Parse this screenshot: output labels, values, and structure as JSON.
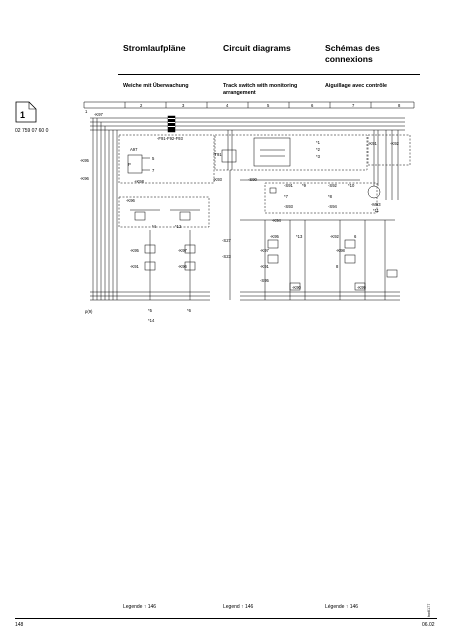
{
  "header": {
    "titles": [
      "Stromlaufpläne",
      "Circuit diagrams",
      "Schémas des connexions"
    ],
    "subtitles": [
      "Weiche mit Überwachung",
      "Track switch with monitoring arrangement",
      "Aiguillage avec contrôle"
    ]
  },
  "tab": {
    "number": "1"
  },
  "part_number": "02 759 07 60 0",
  "diagram": {
    "columns": [
      "1",
      "2",
      "3",
      "4",
      "5",
      "6",
      "7",
      "8"
    ],
    "labels": {
      "k97_top": "-K97",
      "k95": "-K95",
      "k96_left": "-K96",
      "a97": "A97",
      "p": "P",
      "k98": "+K98",
      "f_group": "-F91-F92-F93",
      "t91": "-T91",
      "k93": "-K93",
      "s90": "-S90",
      "m93": "-M93",
      "k91_top": "-K91",
      "k92_top": "-K92",
      "k95_mid": "-K95",
      "k97_mid": "-K97",
      "k96_mid": "-K96",
      "k91_mid": "-K91",
      "s91": "-S91",
      "s92": "-S92",
      "s93": "-S93",
      "s94": "-S94",
      "s95": "-S95",
      "k94": "-K94",
      "k95b": "-K95",
      "k96b": "-K96",
      "k97b": "-K97",
      "k91b": "-K91",
      "k92b": "-K92",
      "k98_r": "-K98",
      "k99": "-K99",
      "k90": "-K90",
      "s23": "-S23",
      "s27": "-S27",
      "p_note": "p(9)",
      "n1": "*1",
      "n2": "*2",
      "n3": "*3",
      "n4": "*4",
      "n5": "*5",
      "n6": "*6",
      "n7": "*7",
      "n8": "*8",
      "n9": "*9",
      "n10": "*10",
      "n11": "*11",
      "n12": "*12",
      "n13": "*13",
      "n14": "*14",
      "num5": "5",
      "num6": "6",
      "num7": "7",
      "num8": "8"
    }
  },
  "footer": {
    "legends": [
      "Legende ↑ 146",
      "Legend ↑ 146",
      "Légende ↑ 146"
    ],
    "page_number": "148",
    "date": "06.02",
    "code": "hw6177"
  }
}
